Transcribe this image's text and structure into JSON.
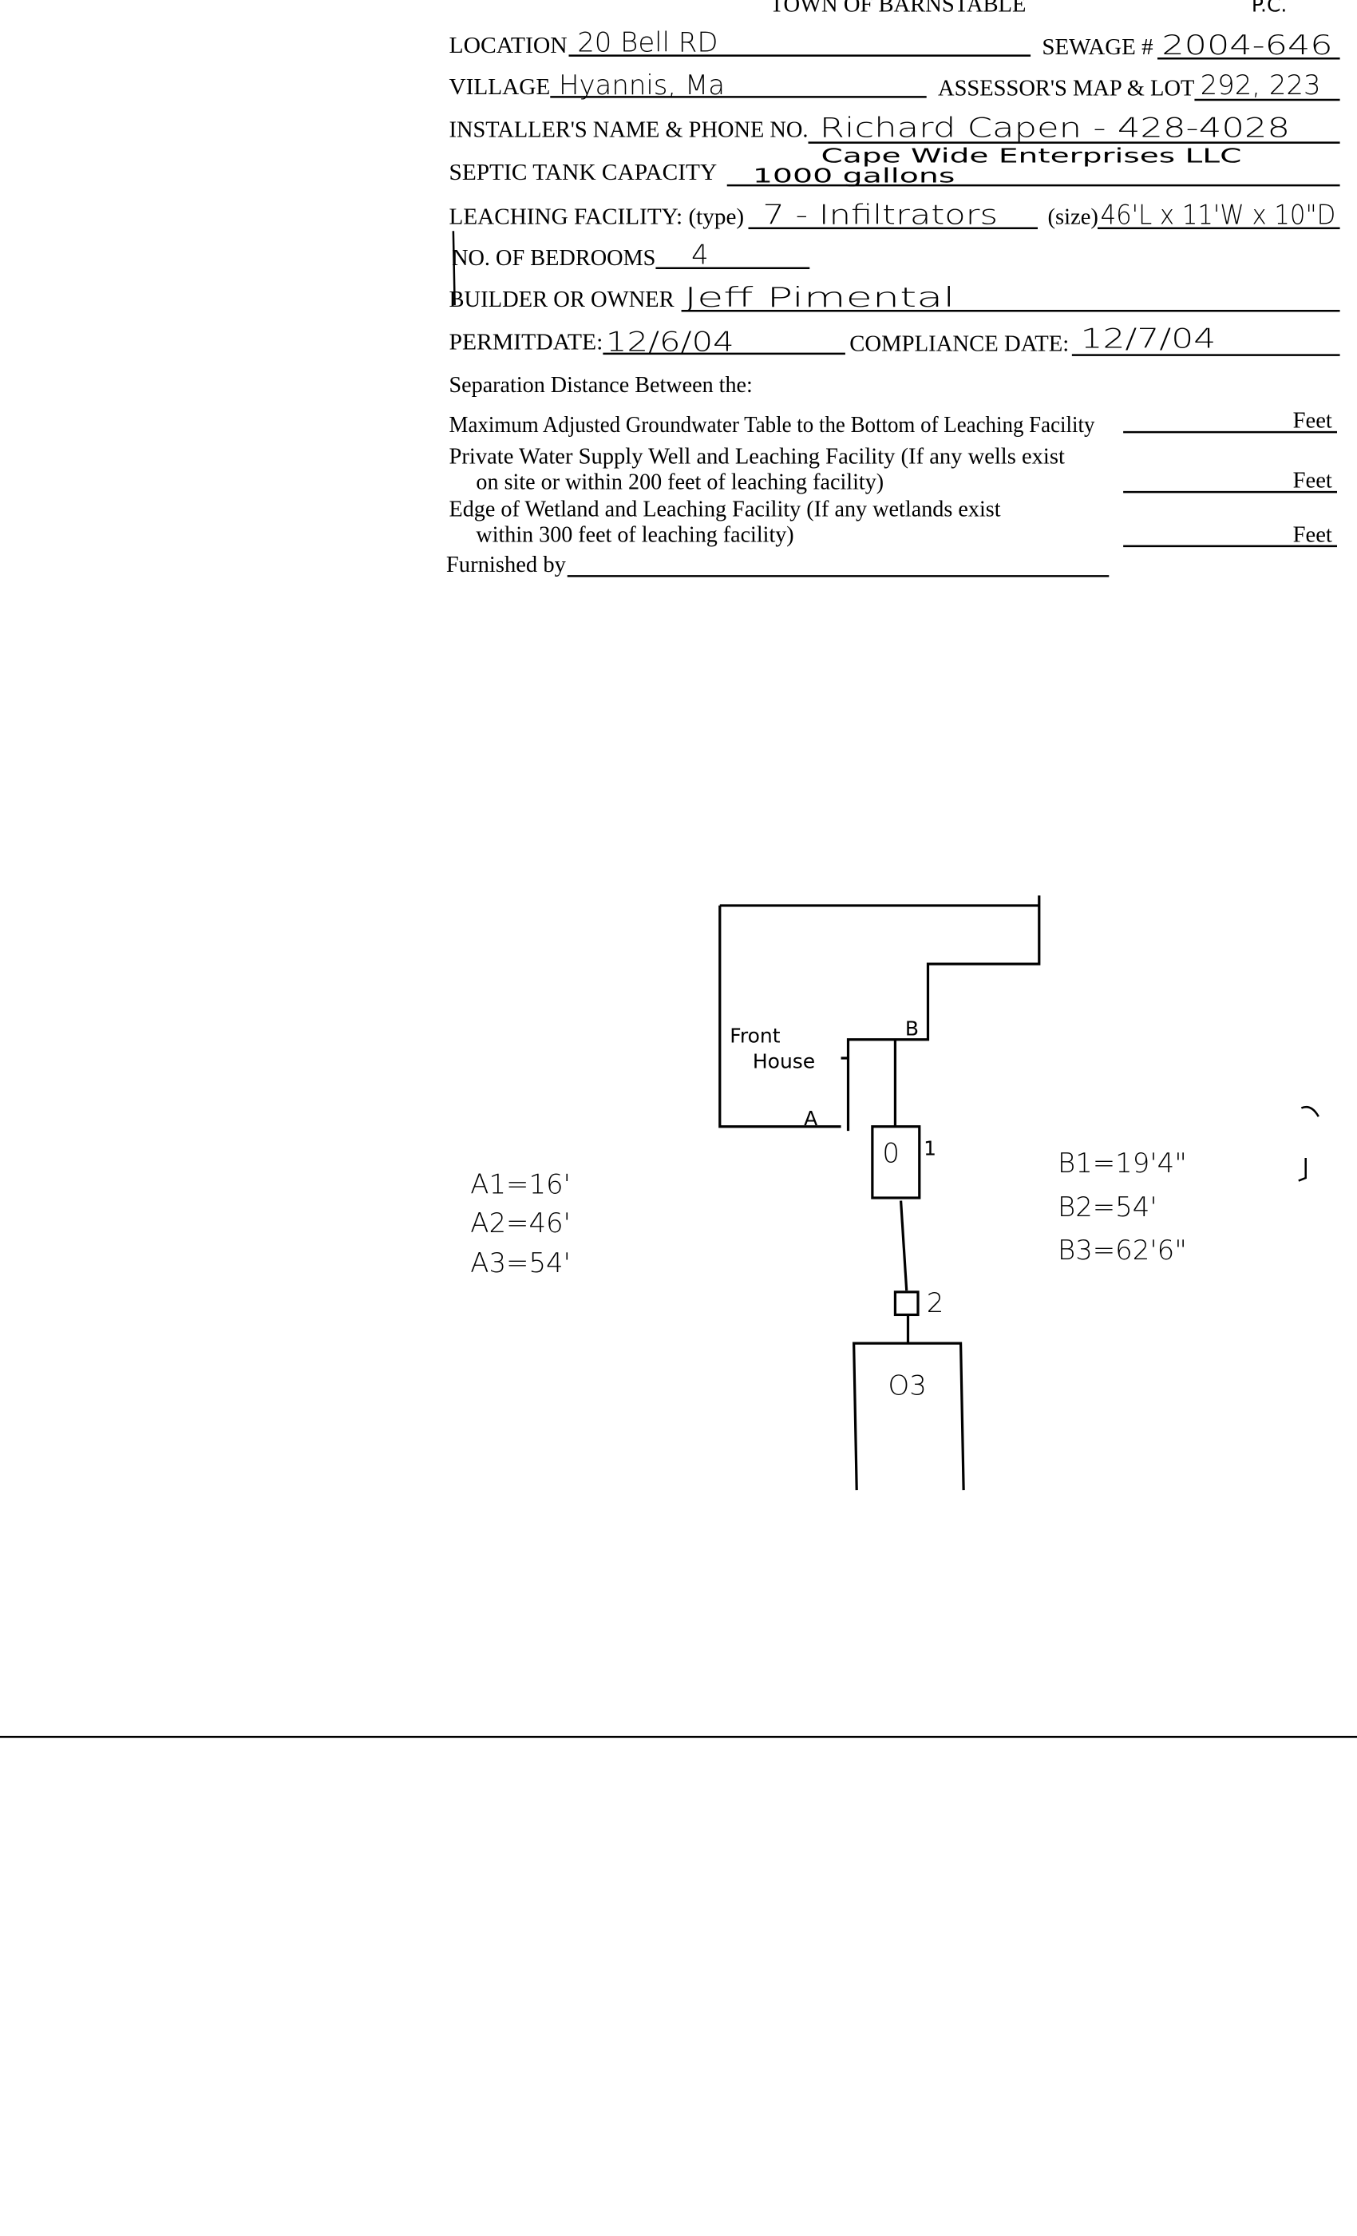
{
  "form": {
    "title": "TOWN OF BARNSTABLE",
    "corner_note": "P.C.",
    "fields": {
      "location_label": "LOCATION",
      "location_value": "20 Bell RD",
      "sewage_label": "SEWAGE #",
      "sewage_value": "2004-646",
      "village_label": "VILLAGE",
      "village_value": "Hyannis, Ma",
      "assessor_label": "ASSESSOR'S MAP & LOT",
      "assessor_value": "292, 223",
      "installer_label": "INSTALLER'S NAME & PHONE NO.",
      "installer_value": "Richard Capen - 428-4028",
      "installer_company": "Cape Wide Enterprises LLC",
      "septic_label": "SEPTIC TANK CAPACITY",
      "septic_value": "1000 gallons",
      "leaching_label": "LEACHING FACILITY: (type)",
      "leaching_type_value": "7 - Infiltrators",
      "size_label": "(size)",
      "size_value": "46'L x 11'W x 10\"D",
      "bedrooms_label": "NO. OF BEDROOMS",
      "bedrooms_value": "4",
      "builder_label": "BUILDER OR OWNER",
      "builder_value": "Jeff Pimental",
      "permit_label": "PERMITDATE:",
      "permit_value": "12/6/04",
      "compliance_label": "COMPLIANCE DATE:",
      "compliance_value": "12/7/04"
    },
    "separation": {
      "heading": "Separation Distance Between the:",
      "rows": [
        {
          "line1": "Maximum Adjusted Groundwater Table to the Bottom of Leaching Facility",
          "line2": "",
          "unit": "Feet"
        },
        {
          "line1": "Private Water Supply Well and Leaching Facility  (If any wells exist",
          "line2": "on site or within 200 feet of leaching facility)",
          "unit": "Feet"
        },
        {
          "line1": "Edge of Wetland and Leaching Facility (If any wetlands exist",
          "line2": "within 300 feet of leaching facility)",
          "unit": "Feet"
        }
      ],
      "furnished_label": "Furnished by"
    }
  },
  "sketch": {
    "house_label_1": "Front",
    "house_label_2": "House",
    "point_a": "A",
    "point_b": "B",
    "tank_1_mark": "0",
    "tank_1_num": "1",
    "box_2_num": "2",
    "field_3_label": "O3",
    "a_distances": [
      "A1=16'",
      "A2=46'",
      "A3=54'"
    ],
    "b_distances": [
      "B1=19'4\"",
      "B2=54'",
      "B3=62'6\""
    ]
  }
}
